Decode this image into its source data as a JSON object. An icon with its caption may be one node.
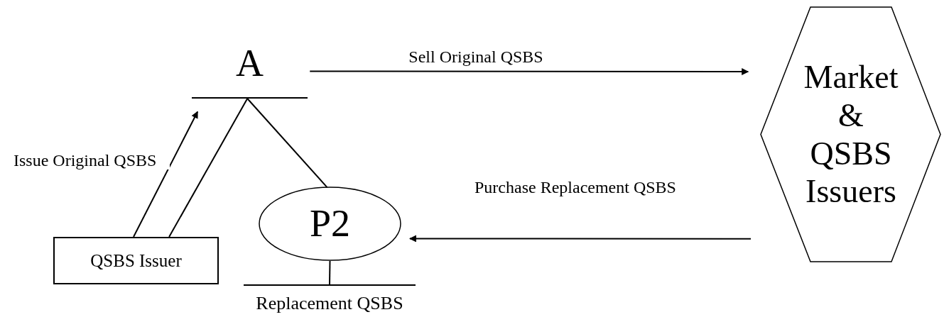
{
  "diagram": {
    "nodes": [
      {
        "text": [
          "A"
        ]
      },
      {
        "text": [
          "Market & QSBS Issuers"
        ]
      },
      {
        "text": [
          "QSBS Issuer"
        ]
      },
      {
        "text": [
          "P2"
        ]
      },
      {
        "text": [
          "Replacement QSBS"
        ]
      }
    ],
    "edges": [
      {
        "from": 2,
        "to": 0,
        "arrow": "to",
        "label": "Issue Original QSBS"
      },
      {
        "from": 2,
        "to": 0,
        "arrow": "none"
      },
      {
        "from": 0,
        "to": 3,
        "arrow": "none"
      },
      {
        "from": 0,
        "to": 1,
        "arrow": "to",
        "label": "Sell Original QSBS"
      },
      {
        "from": 1,
        "to": 3,
        "arrow": "to",
        "label": "Purchase Replacement QSBS"
      },
      {
        "from": 3,
        "to": 4,
        "arrow": "none"
      }
    ]
  }
}
